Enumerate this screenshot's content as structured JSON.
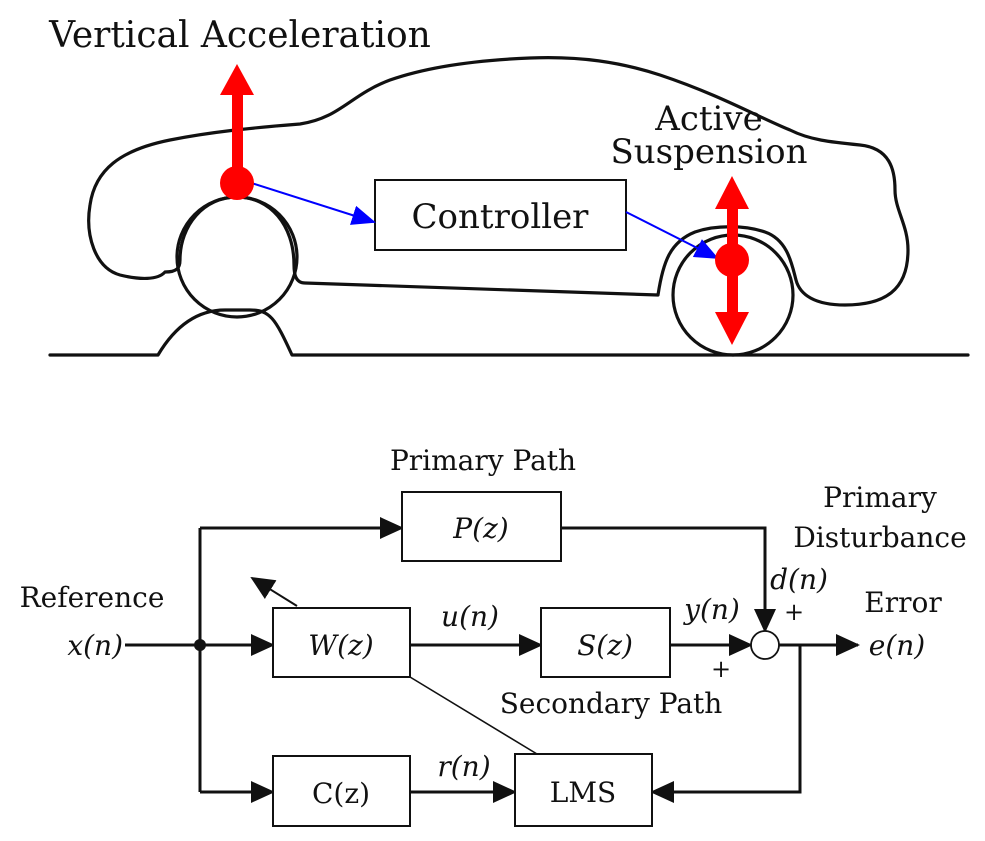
{
  "car_diagram": {
    "labels": {
      "vertical_acceleration": "Vertical Acceleration",
      "active": "Active",
      "suspension": "Suspension",
      "controller": "Controller"
    },
    "colors": {
      "sensor": "#ff0000",
      "signal": "#0000ff",
      "outline": "#111111"
    }
  },
  "block_diagram": {
    "labels": {
      "primary_path": "Primary Path",
      "primary": "Primary",
      "disturbance": "Disturbance",
      "reference": "Reference",
      "error": "Error",
      "secondary_path": "Secondary Path"
    },
    "signals": {
      "x": "x(n)",
      "u": "u(n)",
      "y": "y(n)",
      "d": "d(n)",
      "e": "e(n)",
      "r": "r(n)"
    },
    "blocks": {
      "P": "P(z)",
      "W": "W(z)",
      "S": "S(z)",
      "C": "C(z)",
      "LMS": "LMS"
    },
    "signs": {
      "d_sign": "+",
      "y_sign": "+"
    }
  }
}
